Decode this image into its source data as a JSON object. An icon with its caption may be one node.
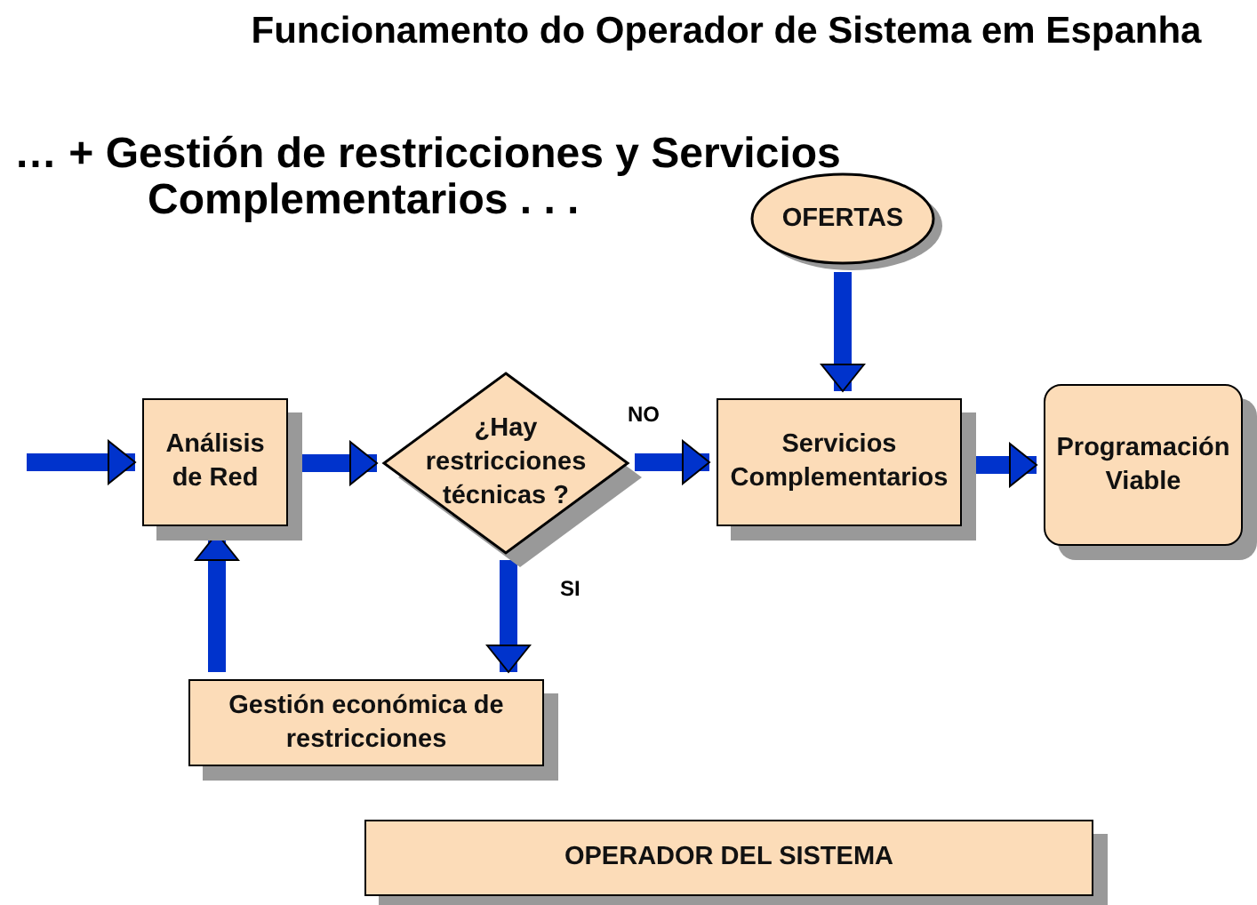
{
  "diagram": {
    "title": "Funcionamento do Operador de Sistema em Espanha",
    "caption": "… + Gestión de restricciones y Servicios Complementarios . . .",
    "nodes": [
      {
        "text": [
          "OFERTAS"
        ]
      },
      {
        "text": [
          "Análisis de Red"
        ]
      },
      {
        "text": [
          "¿Hay restricciones técnicas ?"
        ]
      },
      {
        "text": [
          "Servicios Complementarios"
        ]
      },
      {
        "text": [
          "Programación Viable"
        ]
      },
      {
        "text": [
          "Gestión económica de restricciones"
        ]
      },
      {
        "text": [
          "OPERADOR DEL SISTEMA"
        ]
      }
    ],
    "edges": [
      {
        "from": null,
        "to": 1,
        "arrow": "to"
      },
      {
        "from": 1,
        "to": 2,
        "arrow": "to"
      },
      {
        "from": 2,
        "to": 3,
        "arrow": "to",
        "label": "NO"
      },
      {
        "from": 0,
        "to": 3,
        "arrow": "to"
      },
      {
        "from": 3,
        "to": 4,
        "arrow": "to"
      },
      {
        "from": 2,
        "to": 5,
        "arrow": "to",
        "label": "SI"
      },
      {
        "from": 5,
        "to": 1,
        "arrow": "to"
      }
    ]
  }
}
